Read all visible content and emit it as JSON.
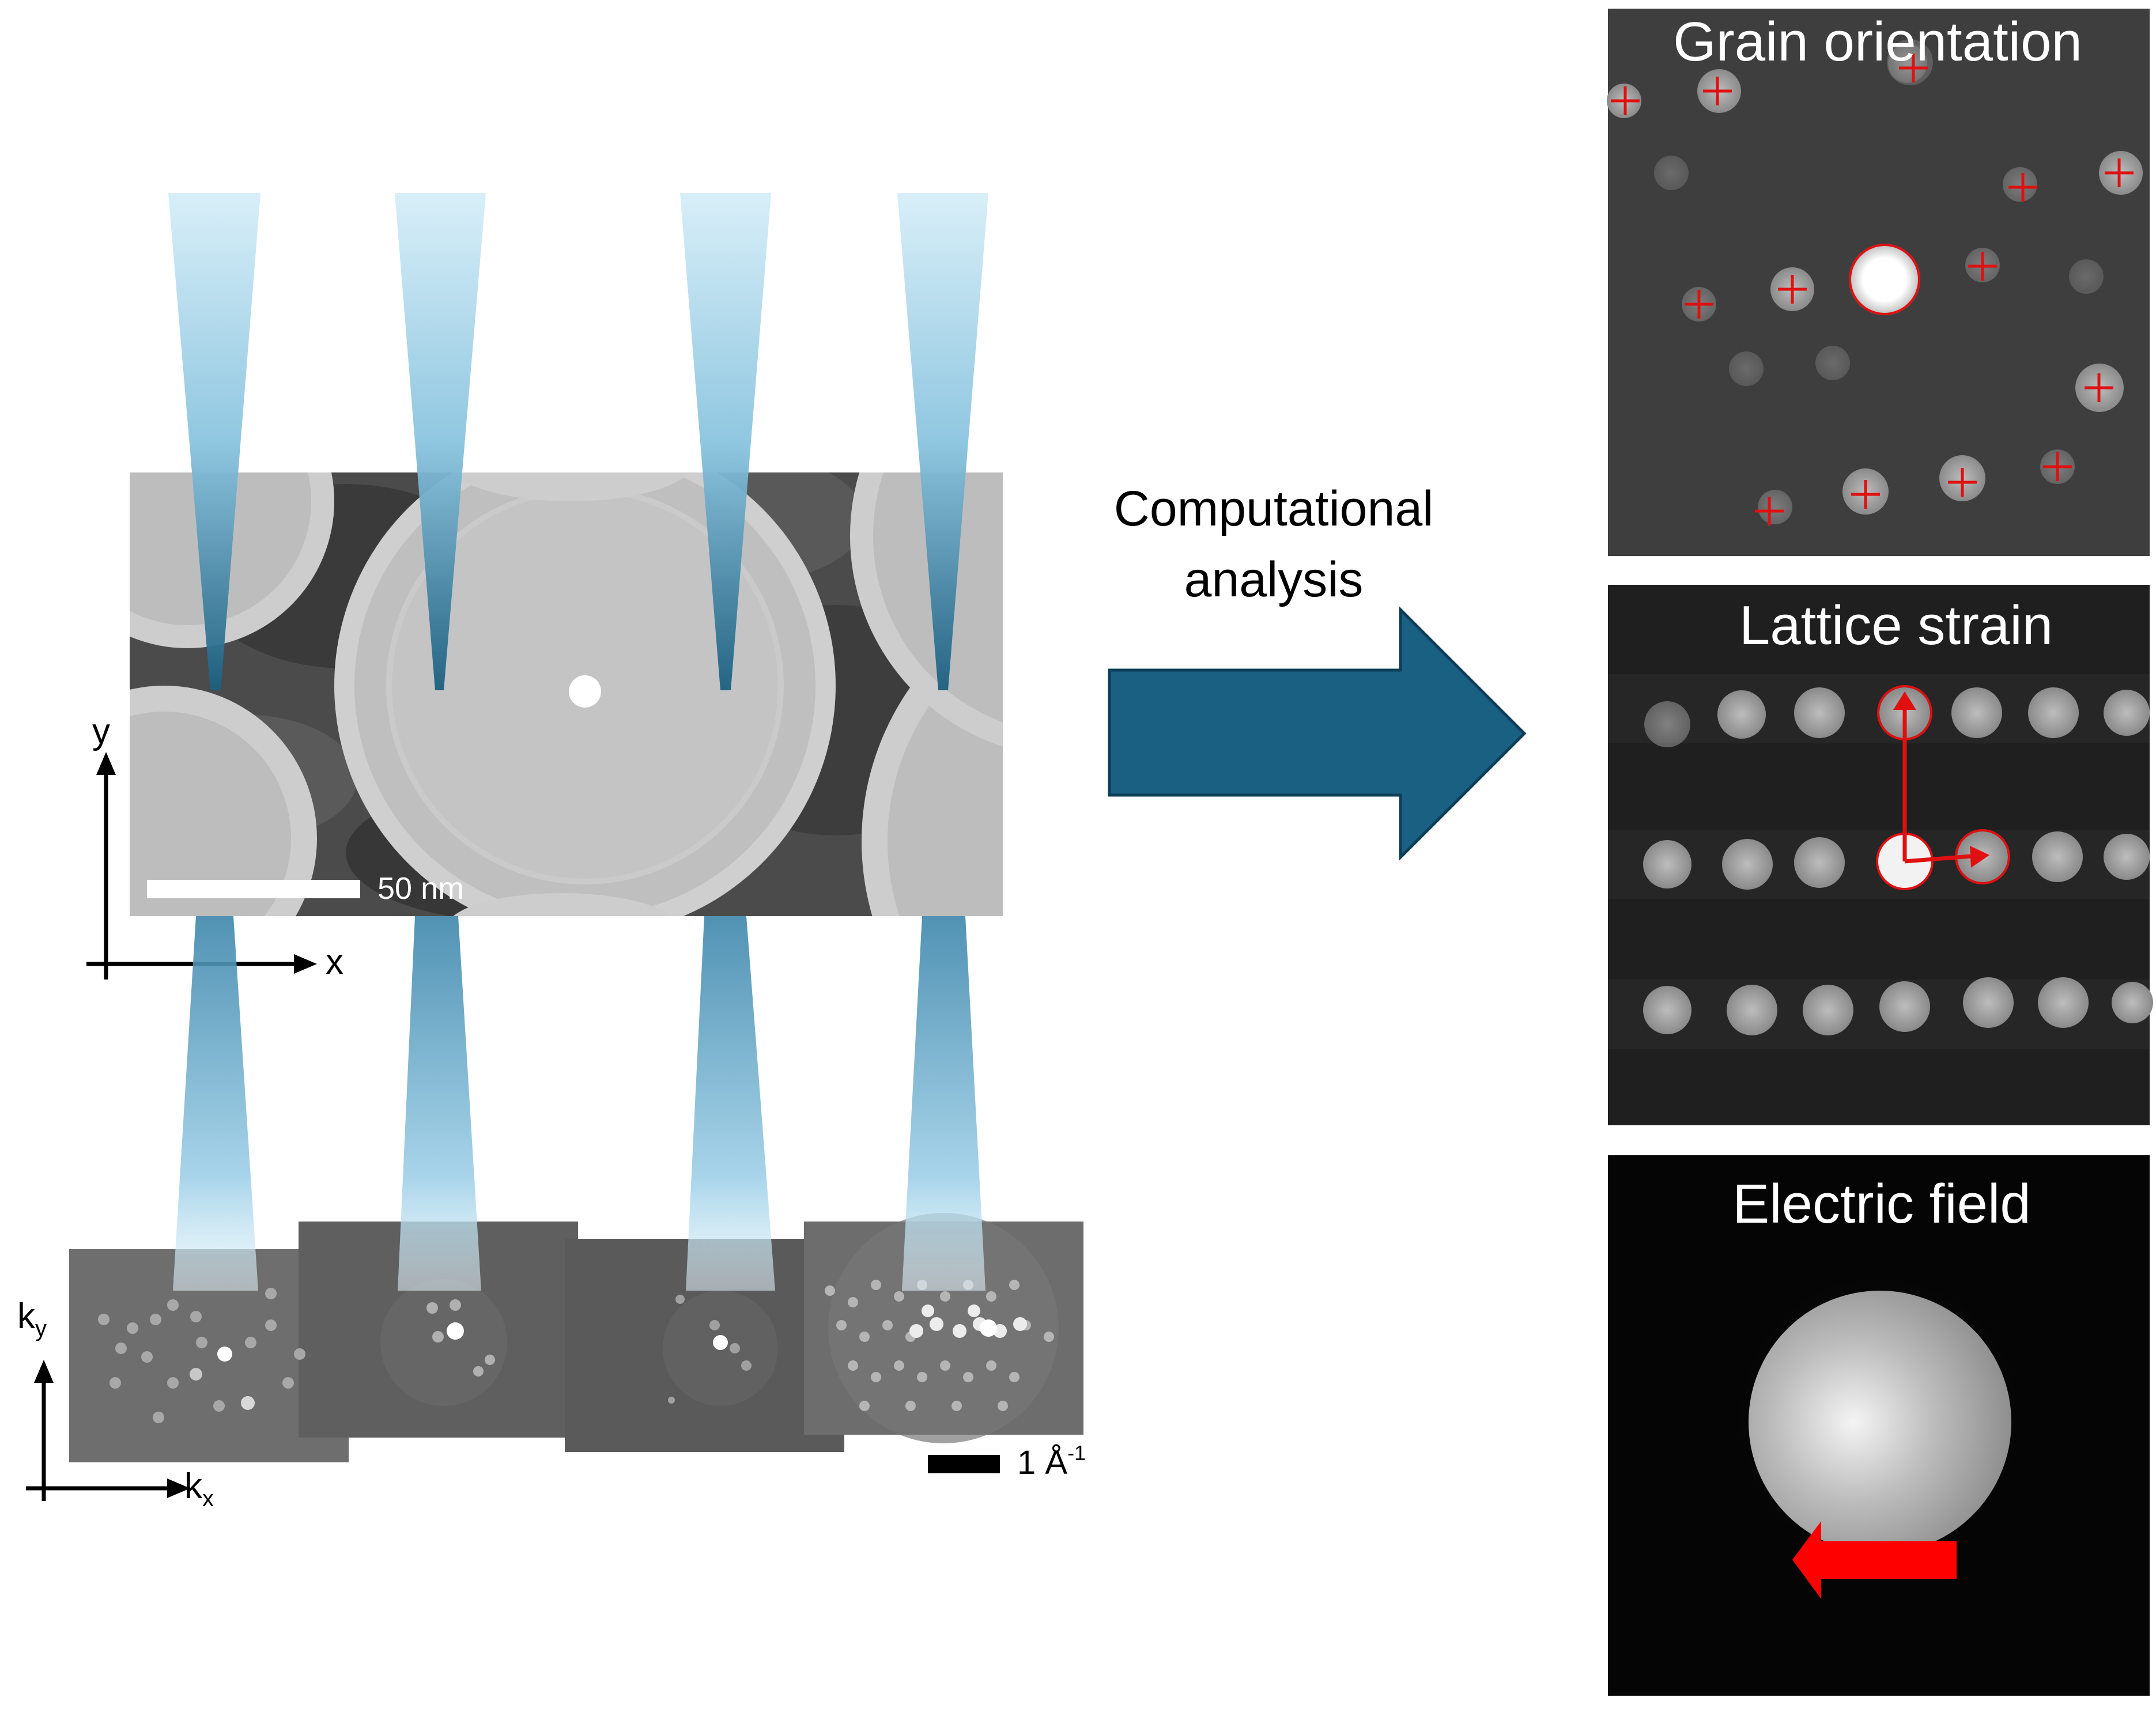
{
  "real_space": {
    "scale_bar_label": "50 nm",
    "axis_y_label": "y",
    "axis_x_label": "x"
  },
  "diffraction": {
    "axis_ky_main": "k",
    "axis_ky_sub": "y",
    "axis_kx_main": "k",
    "axis_kx_sub": "x",
    "scale_bar_main": "1 Å",
    "scale_bar_sup": "-1"
  },
  "analysis": {
    "label_line1": "Computational",
    "label_line2": "analysis"
  },
  "panels": {
    "grain_title": "Grain orientation",
    "strain_title": "Lattice strain",
    "field_title": "Electric field"
  },
  "colors": {
    "beam": "#2a7fa8",
    "arrow": "#1a6082",
    "marker": "#e01010"
  }
}
